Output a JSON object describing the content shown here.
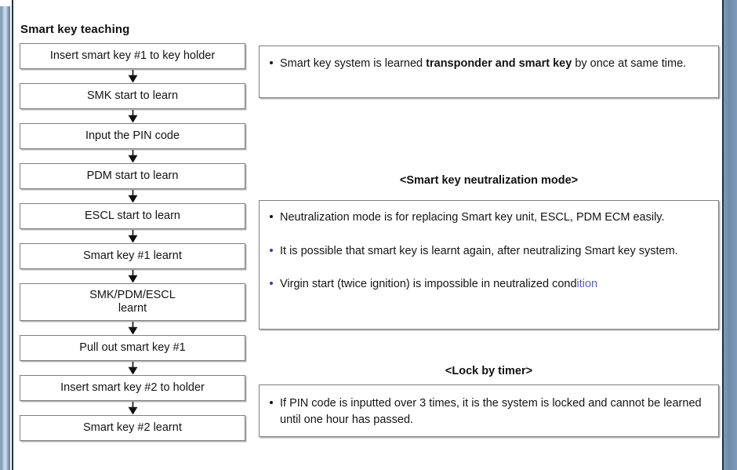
{
  "slide": {
    "background_color": "#ffffff",
    "accent_bar_color": "#7c98b6",
    "rule_color": "#24313f",
    "bullet_accent_color": "#3b3ba0",
    "fade_text_color": "#5b5bd0"
  },
  "flowchart": {
    "title": "Smart key teaching",
    "steps": [
      {
        "label": "Insert smart key #1 to key holder"
      },
      {
        "label": "SMK start to learn"
      },
      {
        "label": "Input the PIN code"
      },
      {
        "label": "PDM start to learn"
      },
      {
        "label": "ESCL start to learn"
      },
      {
        "label": "Smart key #1 learnt"
      },
      {
        "label": "SMK/PDM/ESCL",
        "label_line2": "learnt"
      },
      {
        "label": "Pull out smart key #1"
      },
      {
        "label": "Insert smart key #2 to holder"
      },
      {
        "label": "Smart key #2 learnt"
      }
    ]
  },
  "notes": {
    "overview": {
      "bullets": [
        {
          "text_before": "Smart key system is learned ",
          "text_bold": "transponder and smart key",
          "text_after": " by once at same  time."
        }
      ]
    },
    "neutralization": {
      "heading": "<Smart key neutralization mode>",
      "bullets": [
        {
          "accent": false,
          "text": "Neutralization mode is for replacing Smart key unit, ESCL, PDM ECM easily."
        },
        {
          "accent": true,
          "text": "It is possible that smart key is learnt again, after neutralizing Smart key system."
        },
        {
          "accent": true,
          "text_main": "Virgin start (twice ignition) is impossible in neutralized cond",
          "text_tail": "ition"
        }
      ]
    },
    "lock_by_timer": {
      "heading": "<Lock by timer>",
      "bullets": [
        {
          "accent": false,
          "text": "If PIN code is inputted over 3 times, it is the system is locked and cannot be learned until one hour has passed."
        }
      ]
    }
  }
}
